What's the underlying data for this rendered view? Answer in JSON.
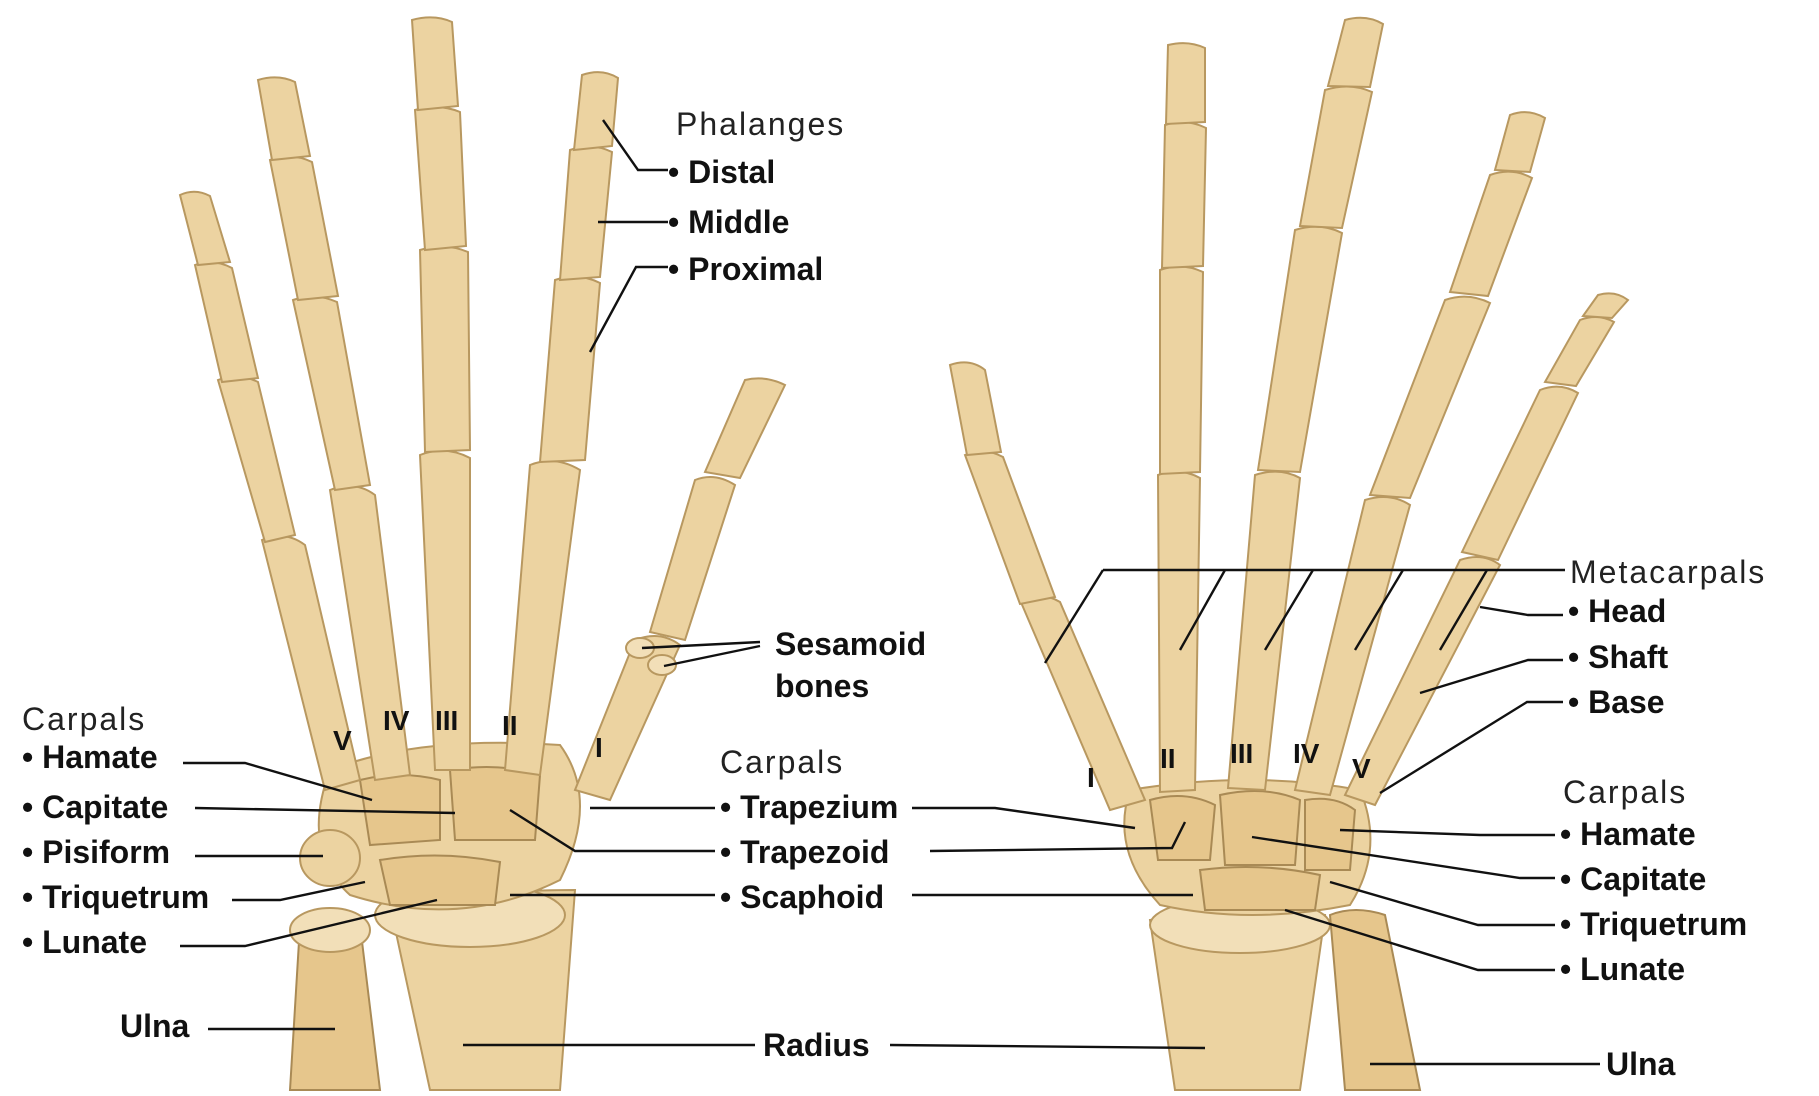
{
  "left_hand": {
    "phalanges_heading": "Phalanges",
    "phalanges_items": [
      "• Distal",
      "• Middle",
      "• Proximal"
    ],
    "sesamoid_label_1": "Sesamoid",
    "sesamoid_label_2": "bones",
    "carpals_heading": "Carpals",
    "carpals_left_items": [
      "• Hamate",
      "• Capitate",
      "• Pisiform",
      "• Triquetrum",
      "• Lunate"
    ],
    "carpals_right_heading": "Carpals",
    "carpals_right_items": [
      "• Trapezium",
      "• Trapezoid",
      "• Scaphoid"
    ],
    "metacarpal_numerals": [
      "V",
      "IV",
      "III",
      "II",
      "I"
    ],
    "ulna": "Ulna",
    "radius": "Radius"
  },
  "right_hand": {
    "metacarpals_heading": "Metacarpals",
    "metacarpals_items": [
      "• Head",
      "• Shaft",
      "• Base"
    ],
    "carpals_heading": "Carpals",
    "carpals_items": [
      "• Hamate",
      "• Capitate",
      "• Triquetrum",
      "• Lunate"
    ],
    "metacarpal_numerals": [
      "I",
      "II",
      "III",
      "IV",
      "V"
    ],
    "ulna": "Ulna"
  },
  "colors": {
    "bone": "#ecd3a1",
    "bone_shadow": "#e6c68c",
    "bone_outline": "#b89860",
    "leader_line": "#111111"
  }
}
